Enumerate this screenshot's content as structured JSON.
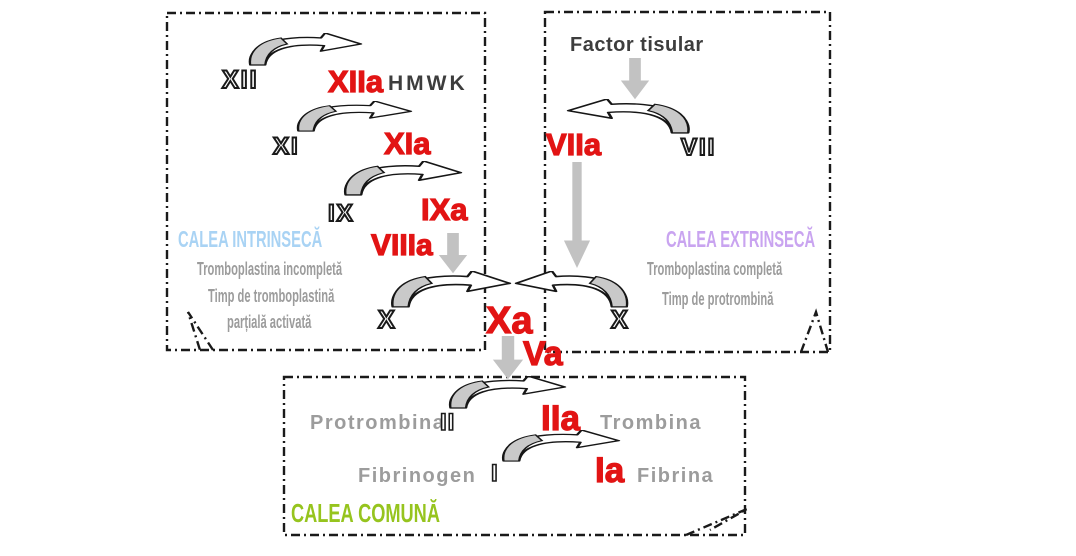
{
  "colors": {
    "active_factor_red": "#e21414",
    "intrinsic_title_blue": "#a9d3f4",
    "extrinsic_title_purple": "#c9a4f0",
    "common_title_green": "#96c41e",
    "note_gray": "#9c9c9c",
    "dark_text": "#3d3d3d",
    "arrow_gray": "#c2c2c2",
    "border_black": "#1a1a1a"
  },
  "intrinsic_box": {
    "title": "CALEA INTRINSECĂ",
    "notes": [
      "Tromboplastina incompletă",
      "Timp de tromboplastină",
      "parțială activată"
    ],
    "factors": {
      "xii": "XII",
      "xiia": "XIIa",
      "hmwk": "HMWK",
      "xi": "XI",
      "xia": "XIa",
      "ix": "IX",
      "ixa": "IXa",
      "viiia": "VIIIa",
      "x": "X"
    }
  },
  "extrinsic_box": {
    "title": "CALEA EXTRINSECĂ",
    "notes": [
      "Tromboplastina completă",
      "Timp de protrombină"
    ],
    "factors": {
      "factor_tisular": "Factor tisular",
      "viia": "VIIa",
      "vii": "VII",
      "x": "X"
    }
  },
  "junction": {
    "xa": "Xa",
    "va": "Va"
  },
  "common_box": {
    "title": "CALEA COMUNĂ",
    "factors": {
      "protrombina": "Protrombina",
      "ii": "II",
      "iia": "IIa",
      "trombina": "Trombina",
      "fibrinogen": "Fibrinogen",
      "i": "I",
      "ia": "Ia",
      "fibrina": "Fibrina"
    }
  }
}
